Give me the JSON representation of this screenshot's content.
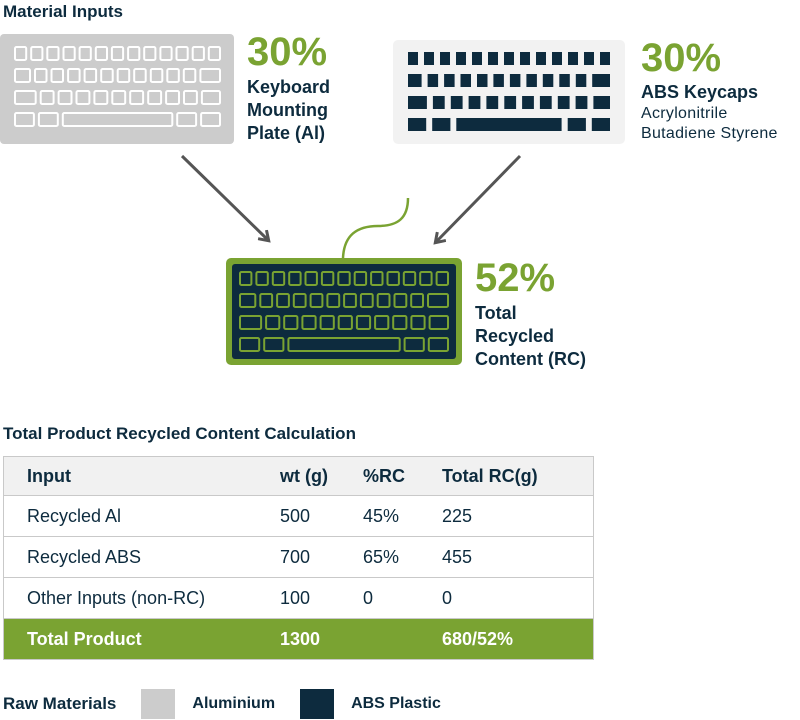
{
  "header": {
    "title": "Material Inputs"
  },
  "inputs": [
    {
      "percent": "30%",
      "label_lines": [
        "Keyboard",
        "Mounting",
        "Plate (Al)"
      ],
      "sub_lines": []
    },
    {
      "percent": "30%",
      "label_lines": [
        "ABS Keycaps"
      ],
      "sub_lines": [
        "Acrylonitrile",
        "Butadiene Styrene"
      ]
    }
  ],
  "output": {
    "percent": "52%",
    "label_lines": [
      "Total",
      "Recycled",
      "Content (RC)"
    ]
  },
  "table": {
    "title": "Total Product Recycled Content Calculation",
    "headers": [
      "Input",
      "wt (g)",
      "%RC",
      "Total RC(g)"
    ],
    "rows": [
      [
        "Recycled Al",
        "500",
        "45%",
        "225"
      ],
      [
        "Recycled ABS",
        "700",
        "65%",
        "455"
      ],
      [
        "Other Inputs (non-RC)",
        "100",
        "0",
        "0"
      ]
    ],
    "total": [
      "Total Product",
      "1300",
      "",
      "680/52%"
    ]
  },
  "legend": {
    "title": "Raw Materials",
    "items": [
      {
        "label": "Aluminium",
        "color": "#cccccc"
      },
      {
        "label": "ABS Plastic",
        "color": "#0d2b3e"
      }
    ]
  },
  "colors": {
    "navy": "#0d2b3e",
    "green": "#7aa332",
    "grey": "#cccccc",
    "light": "#f2f2f2"
  }
}
